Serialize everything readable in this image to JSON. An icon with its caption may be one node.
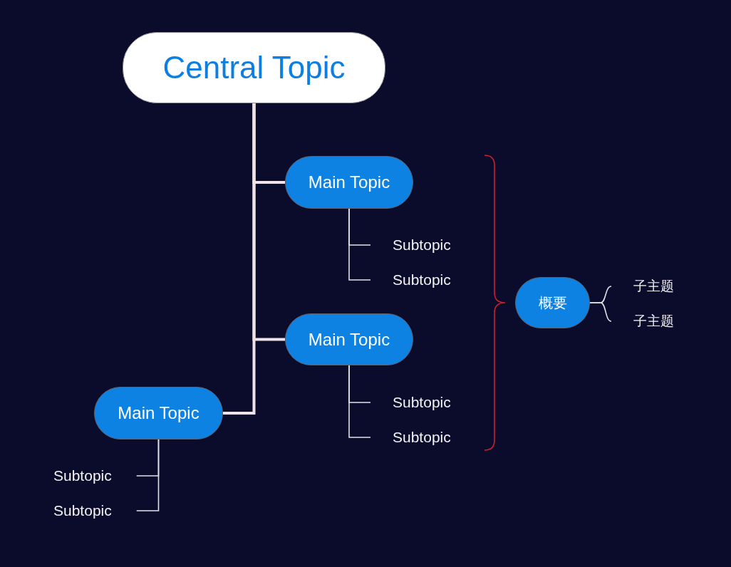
{
  "diagram": {
    "nodes": [
      {
        "text": [
          "Central Topic"
        ]
      },
      {
        "text": [
          "Main Topic"
        ]
      },
      {
        "text": [
          "Subtopic"
        ]
      },
      {
        "text": [
          "Subtopic"
        ]
      },
      {
        "text": [
          "Main Topic"
        ]
      },
      {
        "text": [
          "Subtopic"
        ]
      },
      {
        "text": [
          "Subtopic"
        ]
      },
      {
        "text": [
          "Main Topic"
        ]
      },
      {
        "text": [
          "Subtopic"
        ]
      },
      {
        "text": [
          "Subtopic"
        ]
      },
      {
        "text": [
          "概要"
        ]
      },
      {
        "text": [
          "子主题"
        ]
      },
      {
        "text": [
          "子主题"
        ]
      }
    ],
    "edges": [
      {
        "from": 0,
        "to": 1,
        "arrow": "none",
        "style": "thick"
      },
      {
        "from": 0,
        "to": 4,
        "arrow": "none",
        "style": "thick"
      },
      {
        "from": 0,
        "to": 7,
        "arrow": "none",
        "style": "thick"
      },
      {
        "from": 1,
        "to": 2,
        "arrow": "none"
      },
      {
        "from": 1,
        "to": 3,
        "arrow": "none"
      },
      {
        "from": 4,
        "to": 5,
        "arrow": "none"
      },
      {
        "from": 4,
        "to": 6,
        "arrow": "none"
      },
      {
        "from": 7,
        "to": 8,
        "arrow": "none"
      },
      {
        "from": 7,
        "to": 9,
        "arrow": "none"
      },
      {
        "from": 10,
        "to": 11,
        "arrow": "none"
      },
      {
        "from": 10,
        "to": 12,
        "arrow": "none"
      }
    ]
  }
}
